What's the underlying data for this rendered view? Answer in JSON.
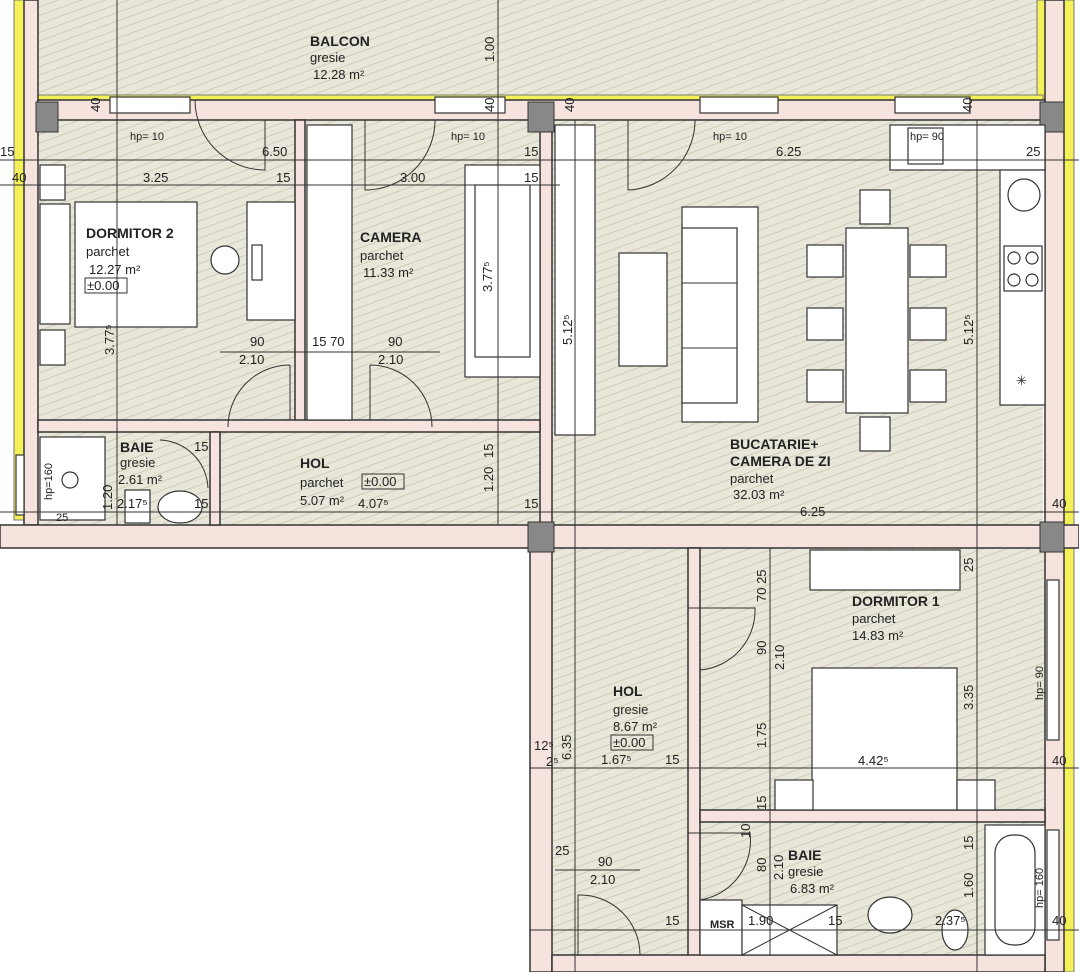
{
  "rooms": {
    "balcon": {
      "name": "BALCON",
      "floor": "gresie",
      "area": "12.28 m²"
    },
    "dormitor2": {
      "name": "DORMITOR 2",
      "floor": "parchet",
      "area": "12.27 m²",
      "level": "±0.00"
    },
    "camera": {
      "name": "CAMERA",
      "floor": "parchet",
      "area": "11.33 m²"
    },
    "baie_small": {
      "name": "BAIE",
      "floor": "gresie",
      "area": "2.61 m²"
    },
    "hol_upper": {
      "name": "HOL",
      "floor": "parchet",
      "area": "5.07 m²",
      "level": "±0.00"
    },
    "living": {
      "name_line1": "BUCATARIE+",
      "name_line2": "CAMERA DE ZI",
      "floor": "parchet",
      "area": "32.03 m²"
    },
    "dormitor1": {
      "name": "DORMITOR 1",
      "floor": "parchet",
      "area": "14.83 m²"
    },
    "hol_lower": {
      "name": "HOL",
      "floor": "gresie",
      "area": "8.67 m²",
      "level": "±0.00"
    },
    "baie_large": {
      "name": "BAIE",
      "floor": "gresie",
      "area": "6.83 m²"
    }
  },
  "fixtures": {
    "washing_machine": "MSR"
  },
  "dimensions": [
    "1.00",
    "40",
    "40",
    "40",
    "40",
    "hp= 10",
    "hp= 10",
    "hp= 10",
    "hp= 90",
    "15",
    "6.50",
    "15",
    "6.25",
    "25",
    "40",
    "3.25",
    "15",
    "3.00",
    "15",
    "3.77⁵",
    "3.77⁵",
    "5.12⁵",
    "5.12⁵",
    "90",
    "2.10",
    "15 70",
    "90",
    "2.10",
    "15",
    "1.20",
    "15",
    "6.25",
    "40",
    "15",
    "1.20",
    "hp=160",
    "25",
    "2.17⁵",
    "15",
    "4.07⁵",
    "70 25",
    "25",
    "90",
    "2.10",
    "3.35",
    "1.75",
    "hp= 90",
    "4.42⁵",
    "40",
    "12⁵",
    "6.35",
    "1.67⁵",
    "15",
    "2⁵",
    "15",
    "10",
    "15",
    "80",
    "2.10",
    "25",
    "90",
    "2.10",
    "1.60",
    "hp= 160",
    "15",
    "1.90",
    "15",
    "2.37⁵",
    "40"
  ],
  "colors": {
    "insulation": "#f4f05a",
    "wall": "#f6e3de",
    "floor_hatch": "#e9e7d9"
  }
}
